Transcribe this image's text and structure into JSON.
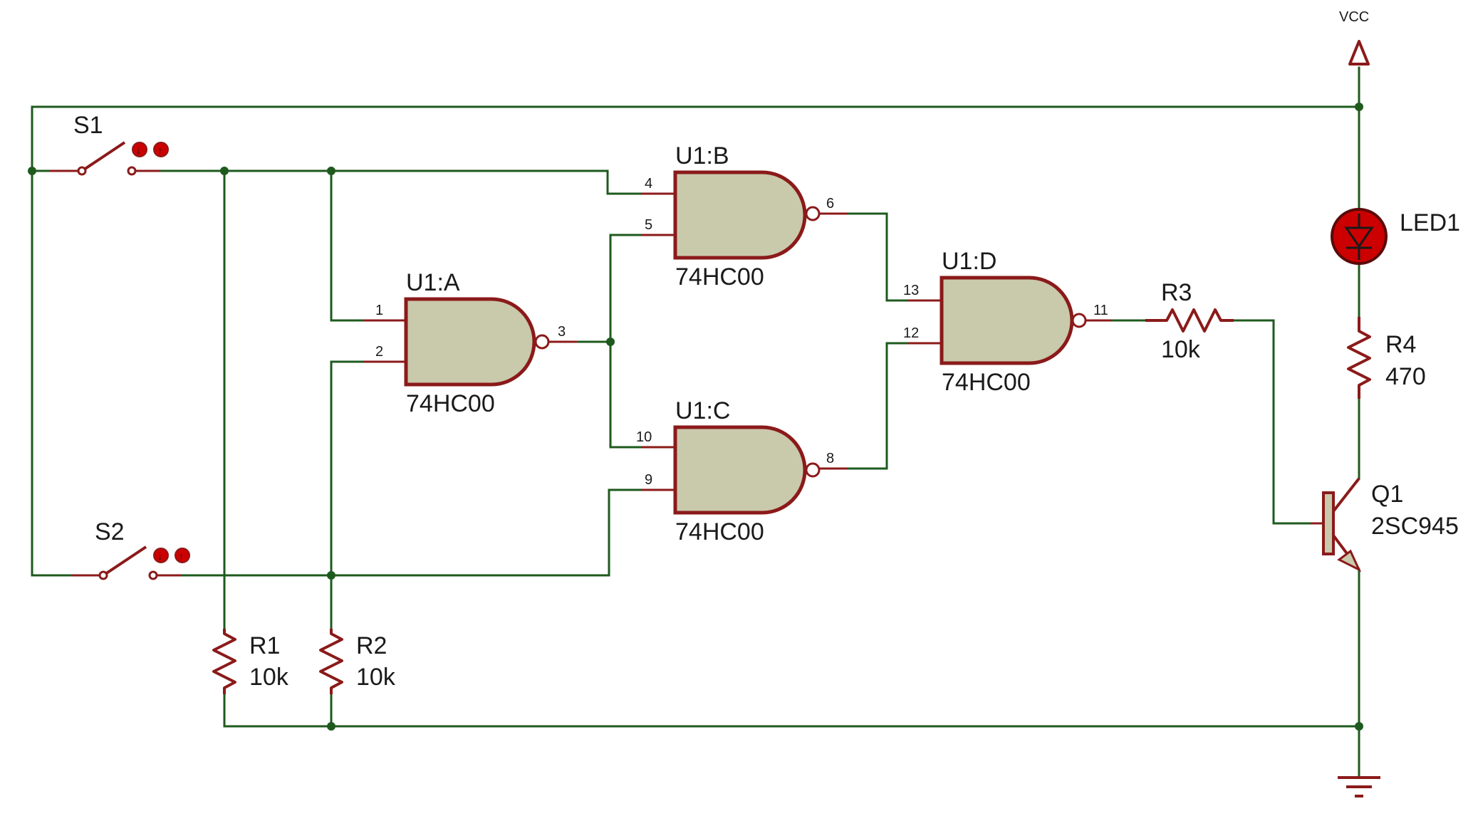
{
  "power": {
    "vcc_label": "VCC"
  },
  "gates": {
    "a": {
      "ref": "U1:A",
      "part": "74HC00",
      "pin_in1": "1",
      "pin_in2": "2",
      "pin_out": "3"
    },
    "b": {
      "ref": "U1:B",
      "part": "74HC00",
      "pin_in1": "4",
      "pin_in2": "5",
      "pin_out": "6"
    },
    "c": {
      "ref": "U1:C",
      "part": "74HC00",
      "pin_in1": "10",
      "pin_in2": "9",
      "pin_out": "8"
    },
    "d": {
      "ref": "U1:D",
      "part": "74HC00",
      "pin_in1": "13",
      "pin_in2": "12",
      "pin_out": "11"
    }
  },
  "switches": {
    "s1": {
      "ref": "S1"
    },
    "s2": {
      "ref": "S2"
    }
  },
  "resistors": {
    "r1": {
      "ref": "R1",
      "value": "10k"
    },
    "r2": {
      "ref": "R2",
      "value": "10k"
    },
    "r3": {
      "ref": "R3",
      "value": "10k"
    },
    "r4": {
      "ref": "R4",
      "value": "470"
    }
  },
  "led": {
    "ref": "LED1"
  },
  "transistor": {
    "ref": "Q1",
    "part": "2SC945"
  },
  "colors": {
    "wire": "#1e5a1e",
    "component": "#8b1a1a",
    "gate_fill": "#c9c9ac",
    "led_fill": "#cc0000"
  }
}
